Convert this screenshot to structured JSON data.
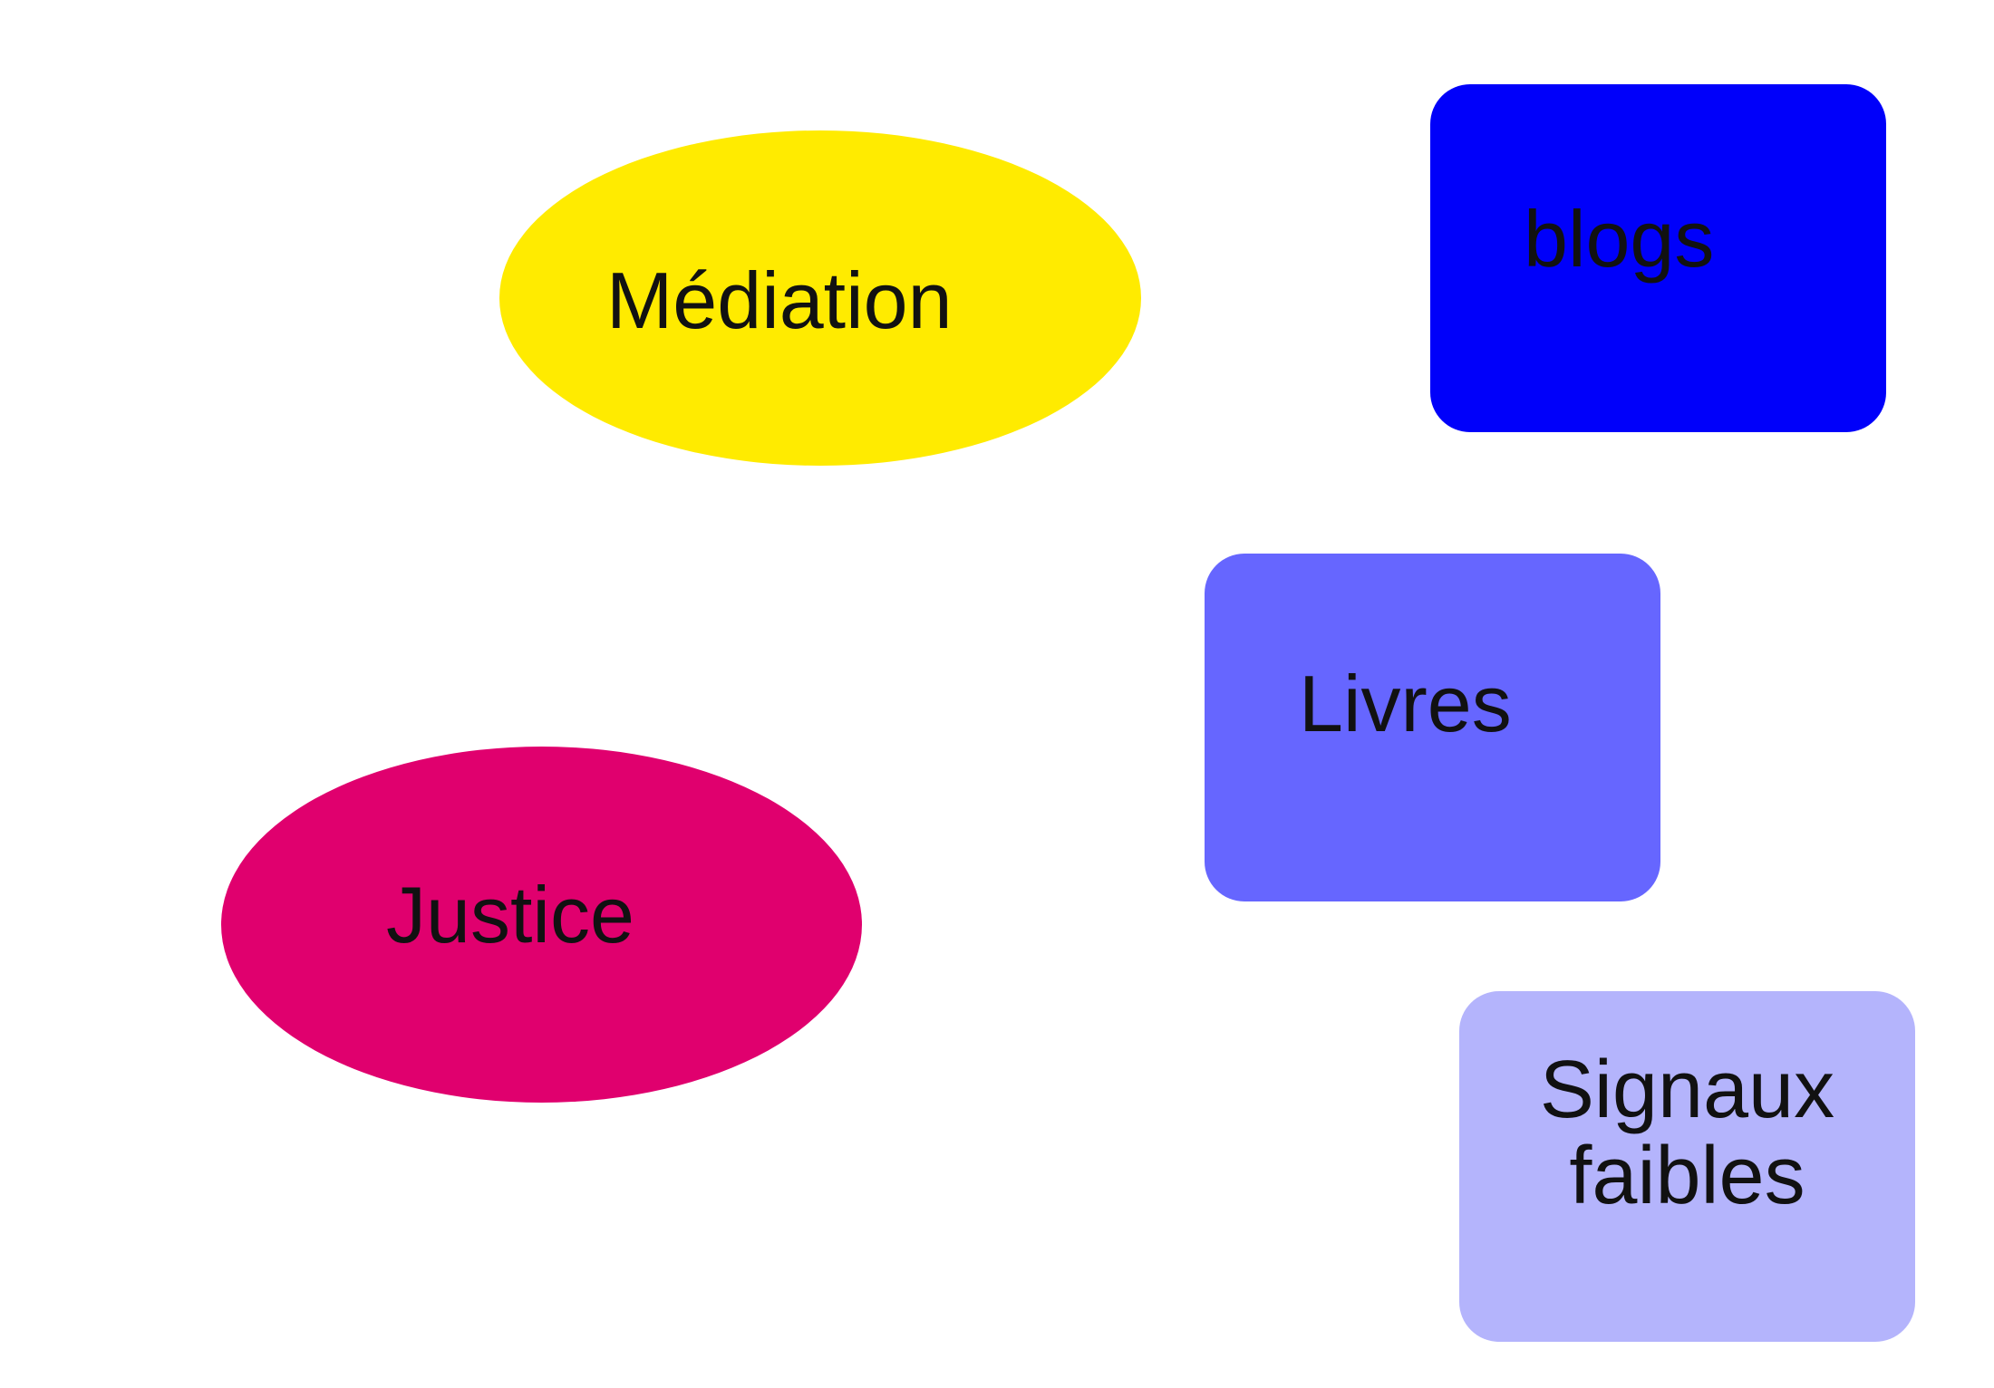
{
  "diagram": {
    "nodes": [
      {
        "id": "mediation",
        "shape": "ellipse",
        "label": "Médiation",
        "color": "#FFEB00"
      },
      {
        "id": "justice",
        "shape": "ellipse",
        "label": "Justice",
        "color": "#E0006E"
      },
      {
        "id": "blogs",
        "shape": "rounded-rect",
        "label": "blogs",
        "color": "#0000FA"
      },
      {
        "id": "livres",
        "shape": "rounded-rect",
        "label": "Livres",
        "color": "#6666FF"
      },
      {
        "id": "signaux",
        "shape": "rounded-rect",
        "label_lines": [
          "Signaux",
          "faibles"
        ],
        "color": "#B4B4FC"
      }
    ]
  }
}
